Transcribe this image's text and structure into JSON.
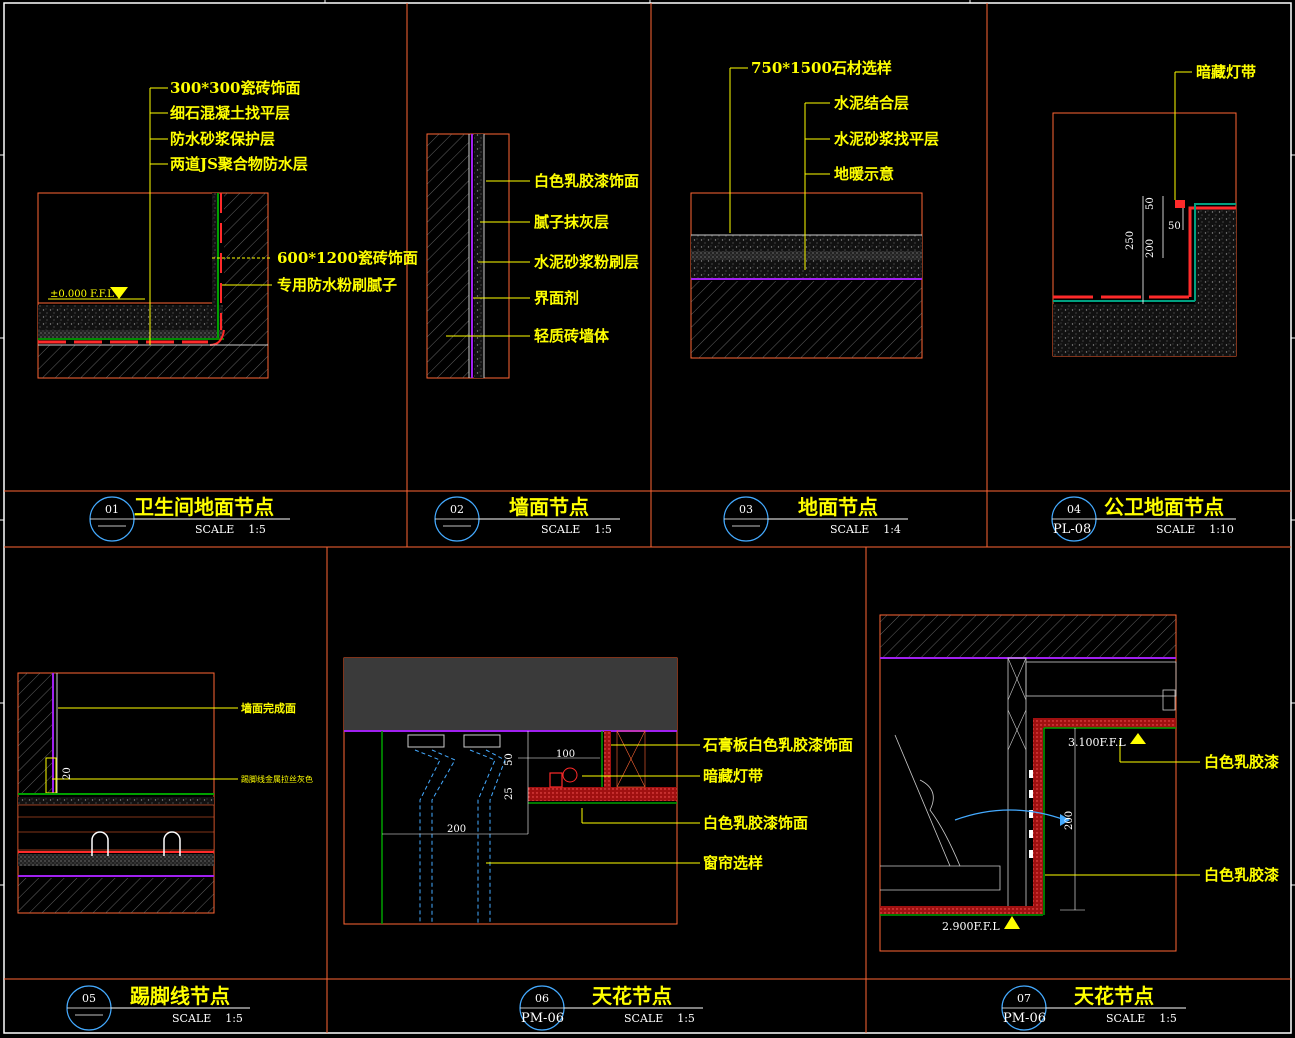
{
  "colors": {
    "background": "#000000",
    "frame": "#ffffff",
    "panel_border": "#ff6633",
    "annotation": "#ffff00",
    "finish_red": "#ff2a2a",
    "membrane_green": "#00c000",
    "layer_purple": "#a020f0",
    "ceiling_grey": "#3a3a3a"
  },
  "details": [
    {
      "number": "01",
      "title": "卫生间地面节点",
      "scale": "SCALE    1:5",
      "code": "",
      "labels": [
        "300*300瓷砖饰面",
        "细石混凝土找平层",
        "防水砂浆保护层",
        "两道JS聚合物防水层",
        "600*1200瓷砖饰面",
        "专用防水粉刷腻子"
      ],
      "level": "±0.000 F.F.L"
    },
    {
      "number": "02",
      "title": "墙面节点",
      "scale": "SCALE    1:5",
      "code": "",
      "labels": [
        "白色乳胶漆饰面",
        "腻子抹灰层",
        "水泥砂浆粉刷层",
        "界面剂",
        "轻质砖墙体"
      ]
    },
    {
      "number": "03",
      "title": "地面节点",
      "scale": "SCALE    1:4",
      "code": "",
      "labels": [
        "750*1500石材选样",
        "水泥结合层",
        "水泥砂浆找平层",
        "地暖示意"
      ]
    },
    {
      "number": "04",
      "title": "公卫地面节点",
      "scale": "SCALE    1:10",
      "code": "PL-08",
      "labels": [
        "暗藏灯带"
      ],
      "dims": [
        "50",
        "50",
        "250",
        "200"
      ]
    },
    {
      "number": "05",
      "title": "踢脚线节点",
      "scale": "SCALE    1:5",
      "code": "",
      "labels": [
        "墙面完成面",
        "踢脚线金属拉丝灰色"
      ],
      "dims": [
        "20"
      ]
    },
    {
      "number": "06",
      "title": "天花节点",
      "scale": "SCALE    1:5",
      "code": "PM-06",
      "labels": [
        "石膏板白色乳胶漆饰面",
        "暗藏灯带",
        "白色乳胶漆饰面",
        "窗帘选样"
      ],
      "dims": [
        "100",
        "50",
        "25",
        "200"
      ]
    },
    {
      "number": "07",
      "title": "天花节点",
      "scale": "SCALE    1:5",
      "code": "PM-06",
      "labels": [
        "白色乳胶漆",
        "白色乳胶漆"
      ],
      "levels": [
        "3.100F.F.L",
        "2.900F.F.L"
      ],
      "dims": [
        "200"
      ]
    }
  ]
}
